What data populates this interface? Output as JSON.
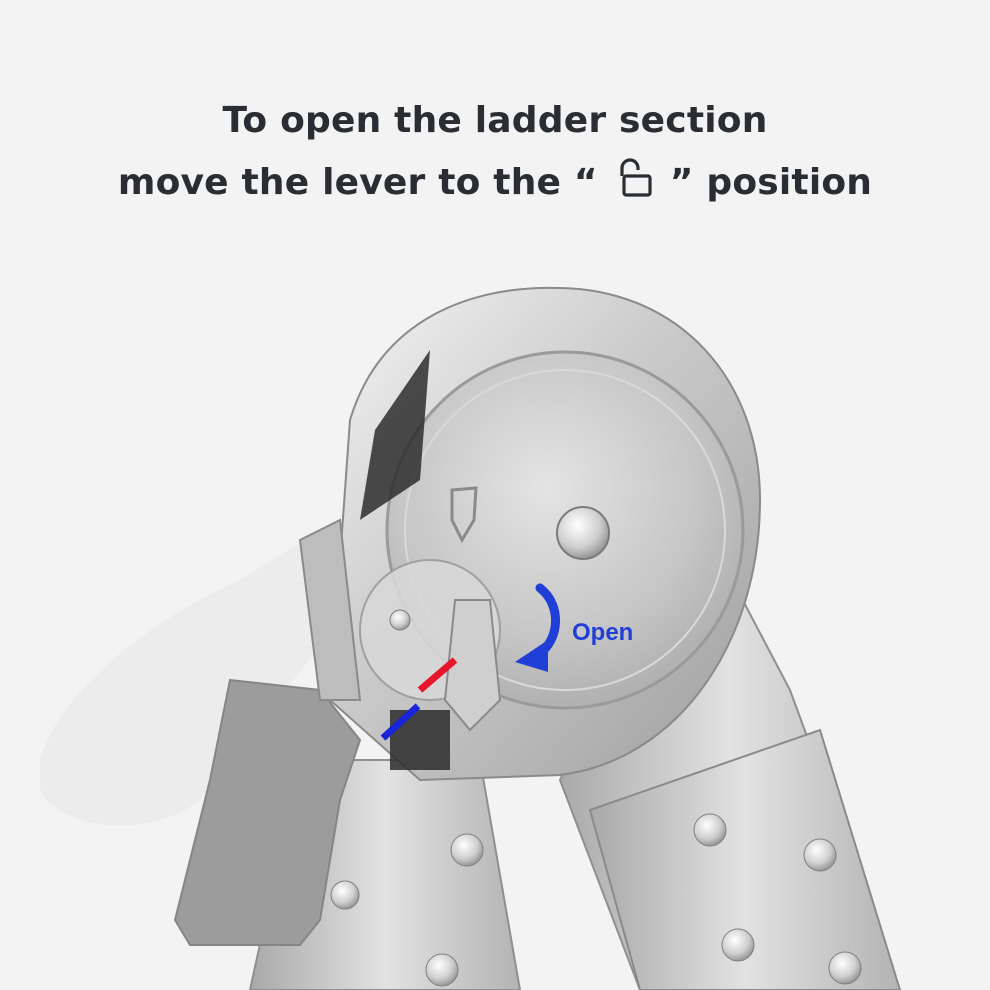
{
  "caption": {
    "line1": "To open the ladder section",
    "line2_before": "move the lever to the “",
    "line2_after": "” position",
    "icon": "unlocked-padlock-icon"
  },
  "diagram": {
    "open_label": "Open",
    "arrow_color": "#1f3fd6",
    "marker_red": "#e8162a",
    "marker_blue": "#1a24d8",
    "icon": "curved-arrow-icon"
  }
}
